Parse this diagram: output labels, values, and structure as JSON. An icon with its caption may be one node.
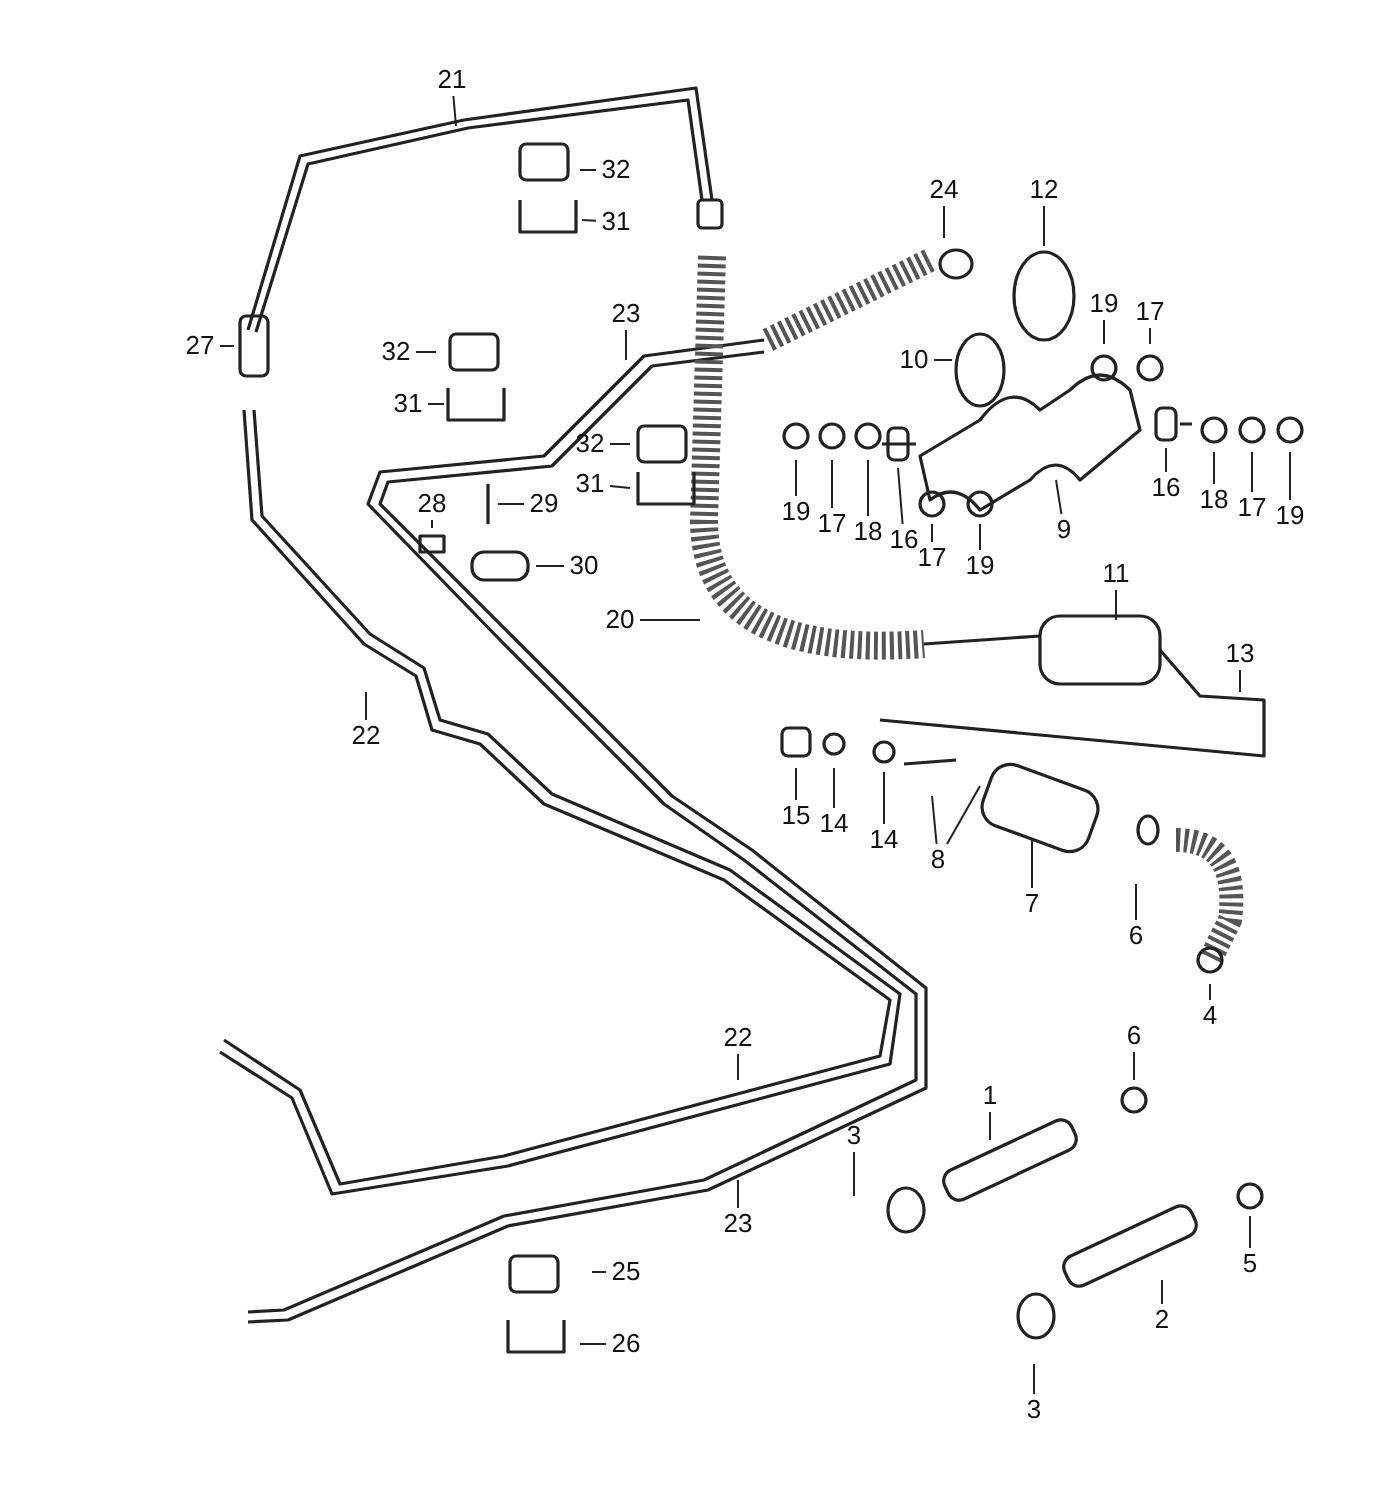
{
  "diagram": {
    "nodes": [
      {
        "text": [
          "21"
        ]
      },
      {
        "text": [
          "32"
        ]
      },
      {
        "text": [
          "31"
        ]
      },
      {
        "text": [
          "24"
        ]
      },
      {
        "text": [
          "12"
        ]
      },
      {
        "text": [
          "27"
        ]
      },
      {
        "text": [
          "23"
        ]
      },
      {
        "text": [
          "19"
        ]
      },
      {
        "text": [
          "17"
        ]
      },
      {
        "text": [
          "32"
        ]
      },
      {
        "text": [
          "10"
        ]
      },
      {
        "text": [
          "31"
        ]
      },
      {
        "text": [
          "28"
        ]
      },
      {
        "text": [
          "29"
        ]
      },
      {
        "text": [
          "32"
        ]
      },
      {
        "text": [
          "31"
        ]
      },
      {
        "text": [
          "19"
        ]
      },
      {
        "text": [
          "17"
        ]
      },
      {
        "text": [
          "18"
        ]
      },
      {
        "text": [
          "16"
        ]
      },
      {
        "text": [
          "9"
        ]
      },
      {
        "text": [
          "16"
        ]
      },
      {
        "text": [
          "18"
        ]
      },
      {
        "text": [
          "17"
        ]
      },
      {
        "text": [
          "19"
        ]
      },
      {
        "text": [
          "17"
        ]
      },
      {
        "text": [
          "19"
        ]
      },
      {
        "text": [
          "30"
        ]
      },
      {
        "text": [
          "20"
        ]
      },
      {
        "text": [
          "11"
        ]
      },
      {
        "text": [
          "13"
        ]
      },
      {
        "text": [
          "22"
        ]
      },
      {
        "text": [
          "15"
        ]
      },
      {
        "text": [
          "14"
        ]
      },
      {
        "text": [
          "14"
        ]
      },
      {
        "text": [
          "8"
        ]
      },
      {
        "text": [
          "7"
        ]
      },
      {
        "text": [
          "6"
        ]
      },
      {
        "text": [
          "4"
        ]
      },
      {
        "text": [
          "22"
        ]
      },
      {
        "text": [
          "6"
        ]
      },
      {
        "text": [
          "1"
        ]
      },
      {
        "text": [
          "3"
        ]
      },
      {
        "text": [
          "23"
        ]
      },
      {
        "text": [
          "25"
        ]
      },
      {
        "text": [
          "5"
        ]
      },
      {
        "text": [
          "2"
        ]
      },
      {
        "text": [
          "26"
        ]
      },
      {
        "text": [
          "3"
        ]
      }
    ],
    "edges": [
      {
        "from": 0,
        "to": null,
        "arrow": "none"
      },
      {
        "from": 1,
        "to": null,
        "arrow": "none"
      },
      {
        "from": 2,
        "to": null,
        "arrow": "none"
      },
      {
        "from": 3,
        "to": null,
        "arrow": "none"
      },
      {
        "from": 4,
        "to": null,
        "arrow": "none"
      },
      {
        "from": 5,
        "to": null,
        "arrow": "none"
      },
      {
        "from": 6,
        "to": null,
        "arrow": "none"
      },
      {
        "from": 7,
        "to": null,
        "arrow": "none"
      },
      {
        "from": 8,
        "to": null,
        "arrow": "none"
      },
      {
        "from": 9,
        "to": null,
        "arrow": "none"
      },
      {
        "from": 10,
        "to": null,
        "arrow": "none"
      },
      {
        "from": 11,
        "to": null,
        "arrow": "none"
      },
      {
        "from": 12,
        "to": null,
        "arrow": "none"
      },
      {
        "from": 13,
        "to": null,
        "arrow": "none"
      },
      {
        "from": 14,
        "to": null,
        "arrow": "none"
      },
      {
        "from": 15,
        "to": null,
        "arrow": "none"
      },
      {
        "from": 16,
        "to": null,
        "arrow": "none"
      },
      {
        "from": 17,
        "to": null,
        "arrow": "none"
      },
      {
        "from": 18,
        "to": null,
        "arrow": "none"
      },
      {
        "from": 19,
        "to": null,
        "arrow": "none"
      },
      {
        "from": 20,
        "to": null,
        "arrow": "none"
      },
      {
        "from": 21,
        "to": null,
        "arrow": "none"
      },
      {
        "from": 22,
        "to": null,
        "arrow": "none"
      },
      {
        "from": 23,
        "to": null,
        "arrow": "none"
      },
      {
        "from": 24,
        "to": null,
        "arrow": "none"
      },
      {
        "from": 25,
        "to": null,
        "arrow": "none"
      },
      {
        "from": 26,
        "to": null,
        "arrow": "none"
      },
      {
        "from": 27,
        "to": null,
        "arrow": "none"
      },
      {
        "from": 28,
        "to": null,
        "arrow": "none"
      },
      {
        "from": 29,
        "to": null,
        "arrow": "none"
      },
      {
        "from": 30,
        "to": null,
        "arrow": "none"
      },
      {
        "from": 31,
        "to": null,
        "arrow": "none"
      },
      {
        "from": 32,
        "to": null,
        "arrow": "none"
      },
      {
        "from": 33,
        "to": null,
        "arrow": "none"
      },
      {
        "from": 34,
        "to": null,
        "arrow": "none"
      },
      {
        "from": 35,
        "to": null,
        "arrow": "none"
      },
      {
        "from": 35,
        "to": null,
        "arrow": "none"
      },
      {
        "from": 36,
        "to": null,
        "arrow": "none"
      },
      {
        "from": 37,
        "to": null,
        "arrow": "none"
      },
      {
        "from": 38,
        "to": null,
        "arrow": "none"
      },
      {
        "from": 39,
        "to": null,
        "arrow": "none"
      },
      {
        "from": 40,
        "to": null,
        "arrow": "none"
      },
      {
        "from": 41,
        "to": null,
        "arrow": "none"
      },
      {
        "from": 42,
        "to": null,
        "arrow": "none"
      },
      {
        "from": 43,
        "to": null,
        "arrow": "none"
      },
      {
        "from": 44,
        "to": null,
        "arrow": "none"
      },
      {
        "from": 45,
        "to": null,
        "arrow": "none"
      },
      {
        "from": 46,
        "to": null,
        "arrow": "none"
      },
      {
        "from": 47,
        "to": null,
        "arrow": "none"
      },
      {
        "from": 48,
        "to": null,
        "arrow": "none"
      }
    ]
  }
}
